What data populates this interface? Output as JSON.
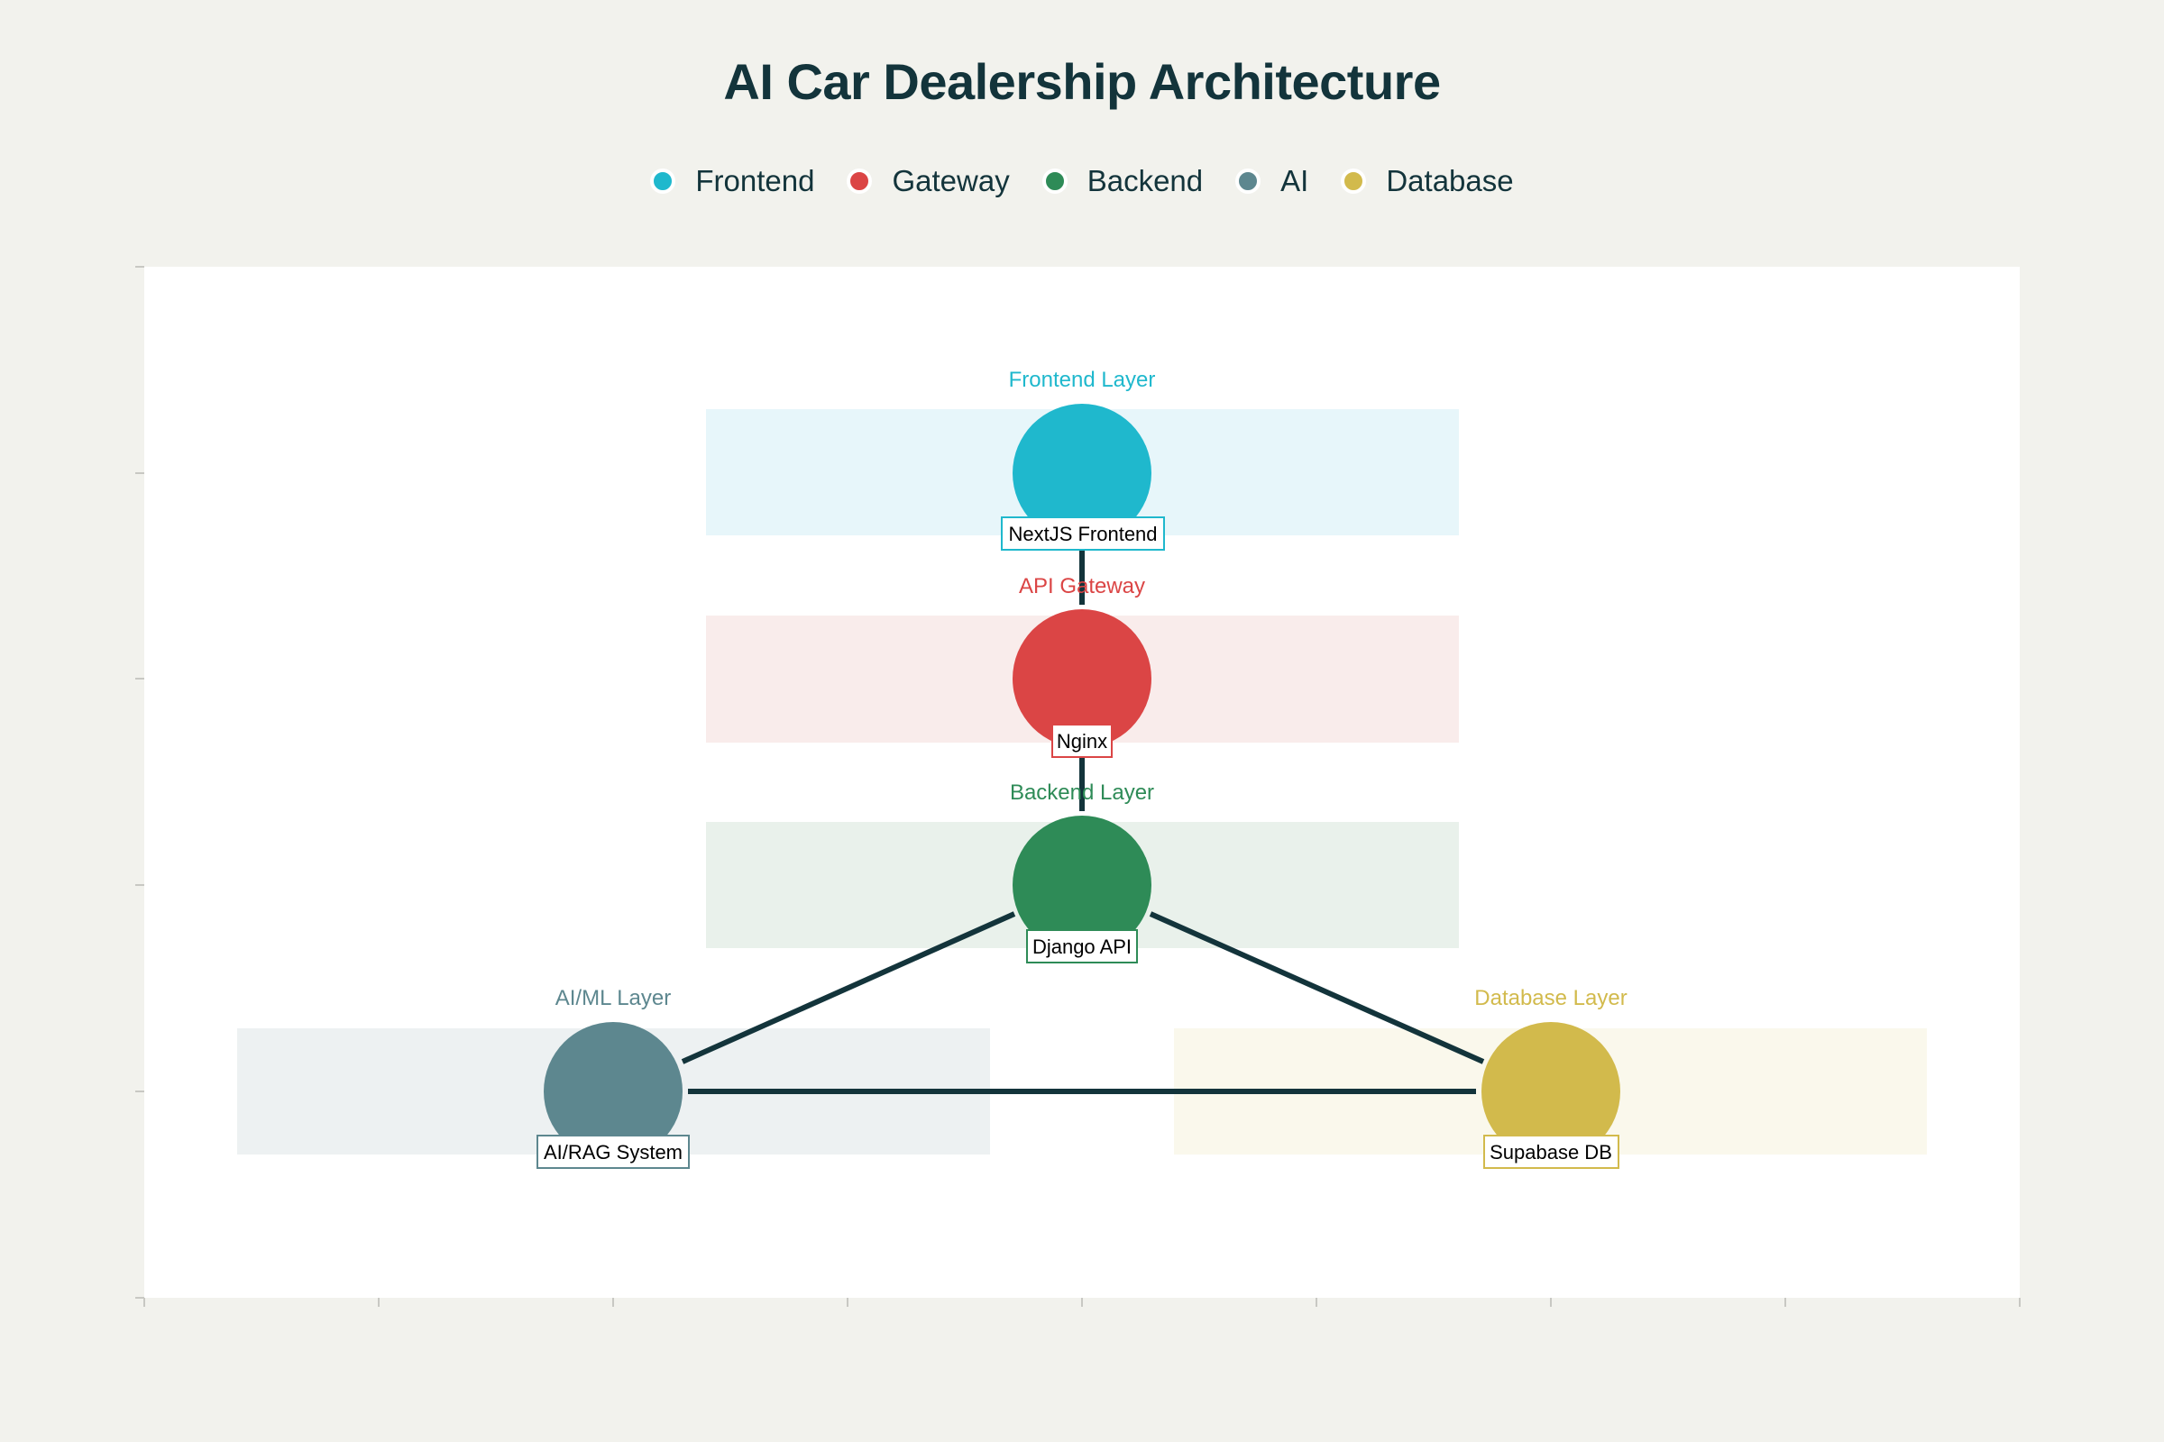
{
  "title": "AI Car Dealership Architecture",
  "legend": [
    {
      "label": "Frontend",
      "color": "#1fb8cd"
    },
    {
      "label": "Gateway",
      "color": "#db4545"
    },
    {
      "label": "Backend",
      "color": "#2e8b57"
    },
    {
      "label": "AI",
      "color": "#5d878f"
    },
    {
      "label": "Database",
      "color": "#d2ba4c"
    }
  ],
  "layers": {
    "frontend": {
      "layer_label": "Frontend Layer",
      "node_label": "NextJS Frontend",
      "color": "#1fb8cd",
      "band_color": "#e7f6fa"
    },
    "gateway": {
      "layer_label": "API Gateway",
      "node_label": "Nginx",
      "color": "#db4545",
      "band_color": "#f9eceb"
    },
    "backend": {
      "layer_label": "Backend Layer",
      "node_label": "Django API",
      "color": "#2e8b57",
      "band_color": "#e9f1eb"
    },
    "ai": {
      "layer_label": "AI/ML Layer",
      "node_label": "AI/RAG System",
      "color": "#5d878f",
      "band_color": "#edf1f2"
    },
    "database": {
      "layer_label": "Database Layer",
      "node_label": "Supabase DB",
      "color": "#d2ba4c",
      "band_color": "#faf8ec"
    }
  },
  "connections": [
    {
      "from": "frontend",
      "to": "gateway"
    },
    {
      "from": "gateway",
      "to": "backend"
    },
    {
      "from": "backend",
      "to": "ai"
    },
    {
      "from": "backend",
      "to": "database"
    },
    {
      "from": "ai",
      "to": "database"
    }
  ],
  "edge_color": "#13343b"
}
